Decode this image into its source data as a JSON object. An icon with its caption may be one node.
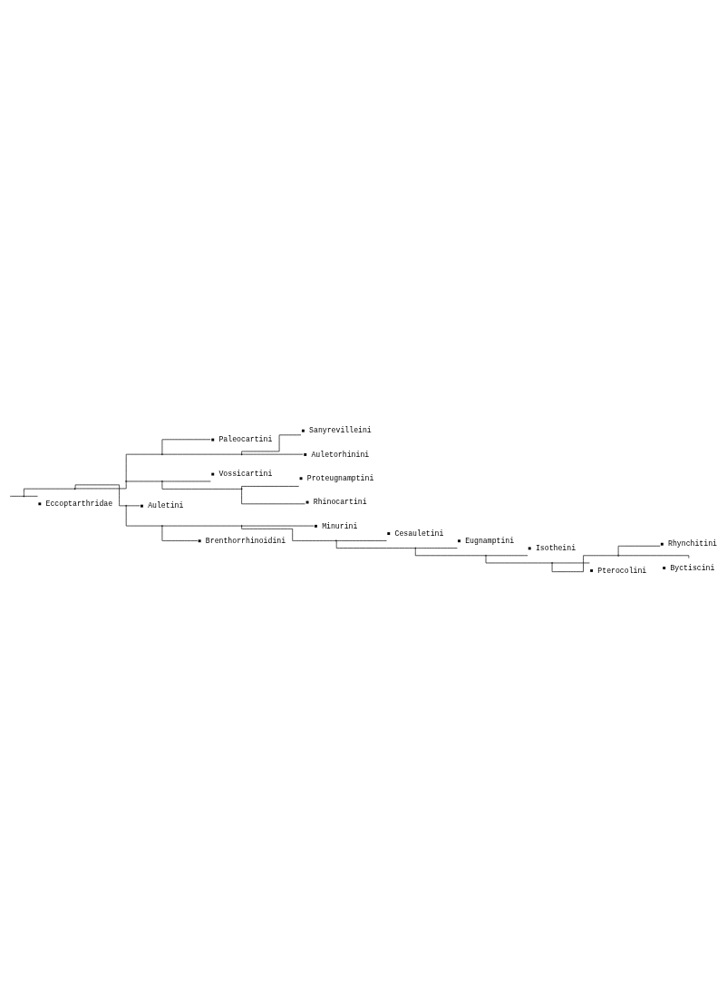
{
  "diagram": {
    "nodes": [
      {
        "text": [
          "Paleocartini"
        ]
      },
      {
        "text": [
          "Sanyrevilleini"
        ]
      },
      {
        "text": [
          "Auletorhinini"
        ]
      },
      {
        "text": [
          "Vossicartini"
        ]
      },
      {
        "text": [
          "Proteugnamptini"
        ]
      },
      {
        "text": [
          "Rhinocartini"
        ]
      },
      {
        "text": [
          "Auletini"
        ]
      },
      {
        "text": [
          "Minurini"
        ]
      },
      {
        "text": [
          "Cesauletini"
        ]
      },
      {
        "text": [
          "Eugnamptini"
        ]
      },
      {
        "text": [
          "Isotheini"
        ]
      },
      {
        "text": [
          "Rhynchitini"
        ]
      },
      {
        "text": [
          "Byctiscini"
        ]
      },
      {
        "text": [
          "Pterocolini"
        ]
      },
      {
        "text": [
          "Brenthorrhinoidini"
        ]
      },
      {
        "text": [
          "Eccoptarthridae"
        ]
      },
      {
        "text": [],
        "shape": "point"
      },
      {
        "text": [],
        "shape": "point"
      },
      {
        "text": [],
        "shape": "point"
      },
      {
        "text": [],
        "shape": "point"
      },
      {
        "text": [],
        "shape": "point"
      },
      {
        "text": [],
        "shape": "point"
      },
      {
        "text": [],
        "shape": "point"
      },
      {
        "text": [],
        "shape": "point"
      },
      {
        "text": [],
        "shape": "point"
      },
      {
        "text": [],
        "shape": "point"
      },
      {
        "text": [],
        "shape": "point"
      },
      {
        "text": [],
        "shape": "point"
      },
      {
        "text": [],
        "shape": "point"
      },
      {
        "text": [],
        "shape": "point"
      },
      {
        "text": [],
        "shape": "point"
      }
    ],
    "edges": [
      {
        "from": null,
        "to": 16,
        "arrow": "none"
      },
      {
        "from": 16,
        "to": 17,
        "arrow": "none"
      },
      {
        "from": 16,
        "to": 15,
        "arrow": "none"
      },
      {
        "from": 17,
        "to": 18,
        "arrow": "none"
      },
      {
        "from": 17,
        "to": 19,
        "arrow": "none"
      },
      {
        "from": 18,
        "to": 20,
        "arrow": "none"
      },
      {
        "from": 18,
        "to": 21,
        "arrow": "none"
      },
      {
        "from": 20,
        "to": 0,
        "arrow": "none"
      },
      {
        "from": 20,
        "to": 23,
        "arrow": "none"
      },
      {
        "from": 23,
        "to": 1,
        "arrow": "none"
      },
      {
        "from": 23,
        "to": 2,
        "arrow": "none"
      },
      {
        "from": 21,
        "to": 3,
        "arrow": "none"
      },
      {
        "from": 21,
        "to": 24,
        "arrow": "none"
      },
      {
        "from": 24,
        "to": 4,
        "arrow": "none"
      },
      {
        "from": 24,
        "to": 5,
        "arrow": "none"
      },
      {
        "from": 19,
        "to": 6,
        "arrow": "none"
      },
      {
        "from": 19,
        "to": 22,
        "arrow": "none"
      },
      {
        "from": 22,
        "to": 25,
        "arrow": "none"
      },
      {
        "from": 22,
        "to": 14,
        "arrow": "none"
      },
      {
        "from": 25,
        "to": 7,
        "arrow": "none"
      },
      {
        "from": 25,
        "to": 26,
        "arrow": "none"
      },
      {
        "from": 26,
        "to": 8,
        "arrow": "none"
      },
      {
        "from": 26,
        "to": 27,
        "arrow": "none"
      },
      {
        "from": 27,
        "to": 9,
        "arrow": "none"
      },
      {
        "from": 27,
        "to": 28,
        "arrow": "none"
      },
      {
        "from": 28,
        "to": 10,
        "arrow": "none"
      },
      {
        "from": 28,
        "to": 29,
        "arrow": "none"
      },
      {
        "from": 29,
        "to": 30,
        "arrow": "none"
      },
      {
        "from": 29,
        "to": 13,
        "arrow": "none"
      },
      {
        "from": 30,
        "to": 11,
        "arrow": "none"
      },
      {
        "from": 30,
        "to": 12,
        "arrow": "none"
      }
    ]
  }
}
